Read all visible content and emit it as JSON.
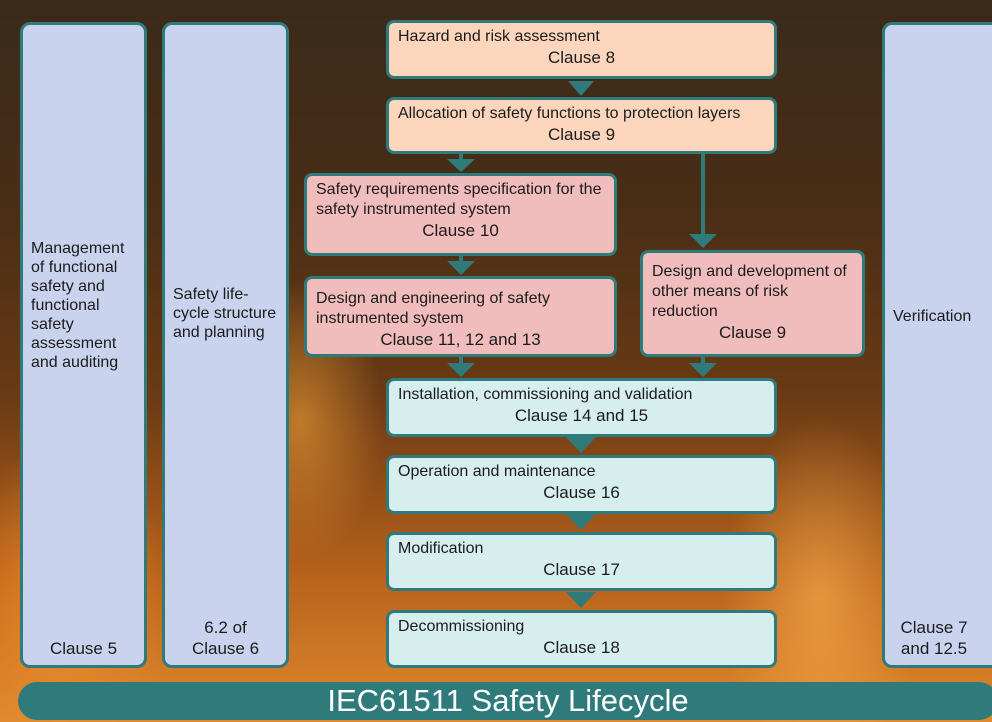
{
  "columns": {
    "management": {
      "text": "Management of functional safety and functional safety assessment and auditing",
      "clause": "Clause 5"
    },
    "planning": {
      "text": "Safety life-cycle structure and planning",
      "clause": "6.2 of Clause 6"
    },
    "verification": {
      "text": "Verification",
      "clause": "Clause 7 and 12.5"
    }
  },
  "steps": {
    "hazard": {
      "text": "Hazard and risk assessment",
      "clause": "Clause 8"
    },
    "allocation": {
      "text": "Allocation of safety functions to protection layers",
      "clause": "Clause 9"
    },
    "srs": {
      "text": "Safety requirements specification for the safety instrumented system",
      "clause": "Clause 10"
    },
    "design_sis": {
      "text": "Design and engineering of safety instrumented system",
      "clause": "Clause 11, 12 and 13"
    },
    "design_other": {
      "text": "Design and development of other means of risk reduction",
      "clause": "Clause 9"
    },
    "installation": {
      "text": "Installation, commissioning and validation",
      "clause": "Clause 14 and 15"
    },
    "operation": {
      "text": "Operation and maintenance",
      "clause": "Clause 16"
    },
    "modification": {
      "text": "Modification",
      "clause": "Clause 17"
    },
    "decommissioning": {
      "text": "Decommissioning",
      "clause": "Clause 18"
    }
  },
  "footer": {
    "title": "IEC61511 Safety Lifecycle"
  },
  "colors": {
    "border": "#2f7a7a",
    "column_fill": "#c9d3ee",
    "orange_fill": "#fbd6bd",
    "pink_fill": "#f0bcbc",
    "cyan_fill": "#d6eeee"
  }
}
